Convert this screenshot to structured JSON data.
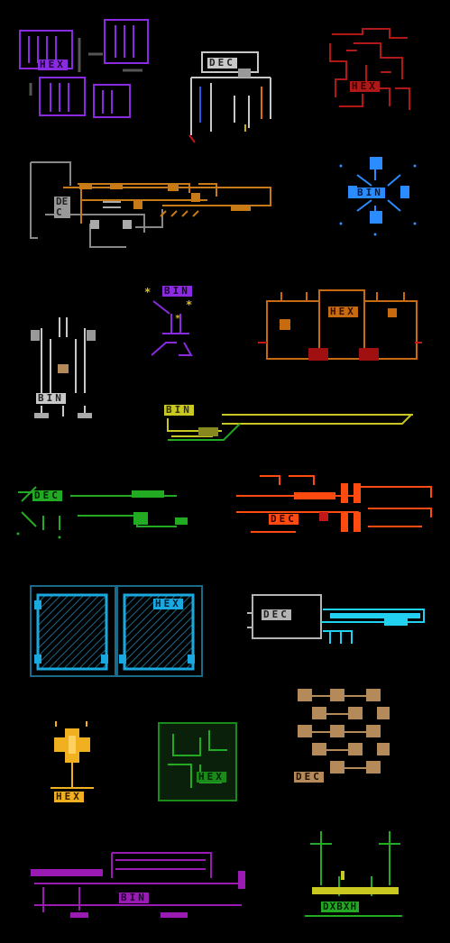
{
  "glyphs": [
    {
      "id": "g1",
      "label": "HEX",
      "color": "#8a2be2"
    },
    {
      "id": "g2",
      "label": "DEC",
      "color": "#c8c8c8"
    },
    {
      "id": "g3",
      "label": "HEX",
      "color": "#b01818"
    },
    {
      "id": "g4",
      "label": "DEC",
      "color": "#c87a18"
    },
    {
      "id": "g5",
      "label": "BIN",
      "color": "#2a8cff"
    },
    {
      "id": "g6",
      "label": "BIN",
      "color": "#8a2be2"
    },
    {
      "id": "g7",
      "label": "HEX",
      "color": "#c86a10"
    },
    {
      "id": "g8",
      "label": "BIN",
      "color": "#c8c8c8"
    },
    {
      "id": "g9",
      "label": "BIN",
      "color": "#c8c820"
    },
    {
      "id": "g10",
      "label": "DEC",
      "color": "#22aa22"
    },
    {
      "id": "g11",
      "label": "DEC",
      "color": "#ff4a10"
    },
    {
      "id": "g12",
      "label": "HEX",
      "color": "#1aa8e0"
    },
    {
      "id": "g13",
      "label": "DEC",
      "color": "#b4b4b4"
    },
    {
      "id": "g14",
      "label": "HEX",
      "color": "#f0b020"
    },
    {
      "id": "g15",
      "label": "HEX",
      "color": "#1a8a1a"
    },
    {
      "id": "g16",
      "label": "DEC",
      "color": "#b48a5a"
    },
    {
      "id": "g17",
      "label": "BIN",
      "color": "#9a1ab4"
    },
    {
      "id": "g18",
      "label": "DXBXH",
      "color": "#22aa22"
    }
  ]
}
